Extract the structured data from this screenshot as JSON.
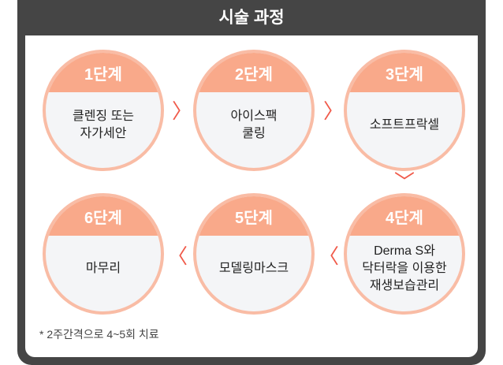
{
  "title": "시술 과정",
  "steps": [
    {
      "label": "1단계",
      "desc": "클렌징 또는\n자가세안"
    },
    {
      "label": "2단계",
      "desc": "아이스팩\n쿨링"
    },
    {
      "label": "3단계",
      "desc": "소프트프락셀"
    },
    {
      "label": "4단계",
      "desc": "Derma S와\n닥터락을 이용한\n재생보습관리"
    },
    {
      "label": "5단계",
      "desc": "모델링마스크"
    },
    {
      "label": "6단계",
      "desc": "마무리"
    }
  ],
  "arrows": {
    "right": "〉",
    "left": "〈",
    "down": "﹀"
  },
  "note": "* 2주간격으로 4~5회 치료",
  "colors": {
    "frame": "#454545",
    "band": "#f9a98a",
    "ring": "#f9bca5",
    "arrow": "#f05a4a"
  }
}
